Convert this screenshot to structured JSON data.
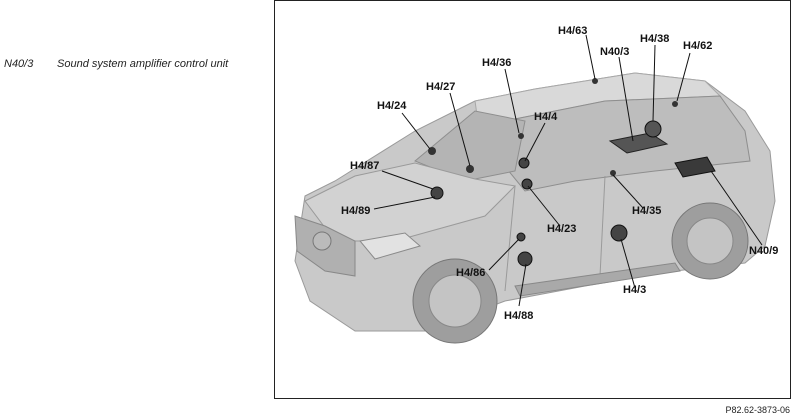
{
  "legend": {
    "code": "N40/3",
    "description": "Sound system amplifier control unit"
  },
  "figure_ref": "P82.62-3873-06",
  "callouts": {
    "h4_63": "H4/63",
    "h4_38": "H4/38",
    "n40_3": "N40/3",
    "h4_62": "H4/62",
    "h4_36": "H4/36",
    "h4_27": "H4/27",
    "h4_24": "H4/24",
    "h4_4": "H4/4",
    "h4_87": "H4/87",
    "h4_89": "H4/89",
    "h4_35": "H4/35",
    "h4_23": "H4/23",
    "n40_9": "N40/9",
    "h4_86": "H4/86",
    "h4_3": "H4/3",
    "h4_88": "H4/88"
  }
}
